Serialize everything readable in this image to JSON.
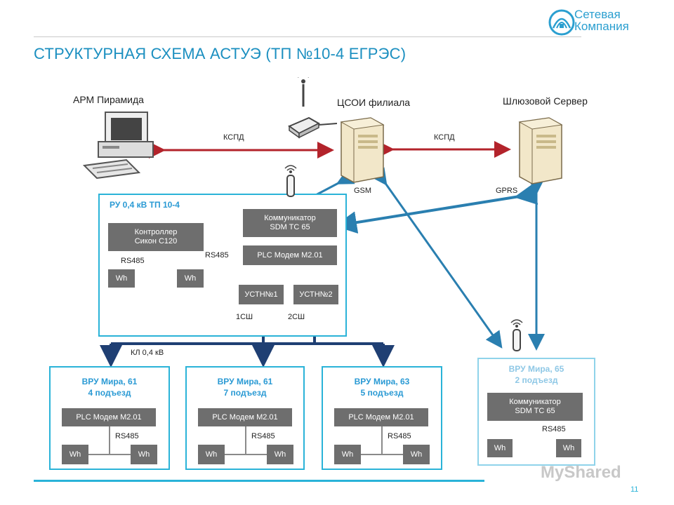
{
  "title": "СТРУКТУРНАЯ СХЕМА АСТУЭ (ТП №10-4 ЕГРЭС)",
  "logo": {
    "line1": "Сетевая",
    "line2": "Компания"
  },
  "nodes": {
    "arm": "АРМ Пирамида",
    "csoi": "ЦСОИ филиала",
    "gateway": "Шлюзовой Сервер"
  },
  "links": {
    "kspd_left": "КСПД",
    "kspd_right": "КСПД",
    "gsm": "GSM",
    "gprs": "GPRS"
  },
  "ru_block": {
    "title": "РУ 0,4 кВ ТП 10-4",
    "controller": "Контроллер\nСикон С120",
    "communicator": "Коммуникатор\nSDM TC 65",
    "plc": "PLC Модем М2.01",
    "rs485_left": "RS485",
    "rs485_mid": "RS485",
    "wh1": "Wh",
    "wh2": "Wh",
    "ustn1": "УСТН№1",
    "ustn2": "УСТН№2",
    "bus1": "1СШ",
    "bus2": "2СШ"
  },
  "kl_label": "КЛ 0,4 кВ",
  "vru": [
    {
      "title": "ВРУ Мира, 61",
      "sub": "4 подъезд",
      "plc": "PLC Модем М2.01",
      "rs": "RS485",
      "wh_a": "Wh",
      "wh_b": "Wh"
    },
    {
      "title": "ВРУ Мира, 61",
      "sub": "7 подъезд",
      "plc": "PLC Модем М2.01",
      "rs": "RS485",
      "wh_a": "Wh",
      "wh_b": "Wh"
    },
    {
      "title": "ВРУ Мира, 63",
      "sub": "5 подъезд",
      "plc": "PLC Модем М2.01",
      "rs": "RS485",
      "wh_a": "Wh",
      "wh_b": "Wh"
    }
  ],
  "vru65": {
    "title": "ВРУ Мира, 65",
    "sub": "2 подъезд",
    "comm": "Коммуникатор\nSDM TC 65",
    "rs": "RS485",
    "wh_a": "Wh",
    "wh_b": "Wh"
  },
  "watermark": "MyShared",
  "page_number": "11",
  "colors": {
    "accent": "#2ab3d8",
    "kspd_line": "#b3232b",
    "blue_arrow": "#2a7fb0",
    "navy_arrow": "#1f3f73",
    "grey_box": "#6e6e6e"
  }
}
